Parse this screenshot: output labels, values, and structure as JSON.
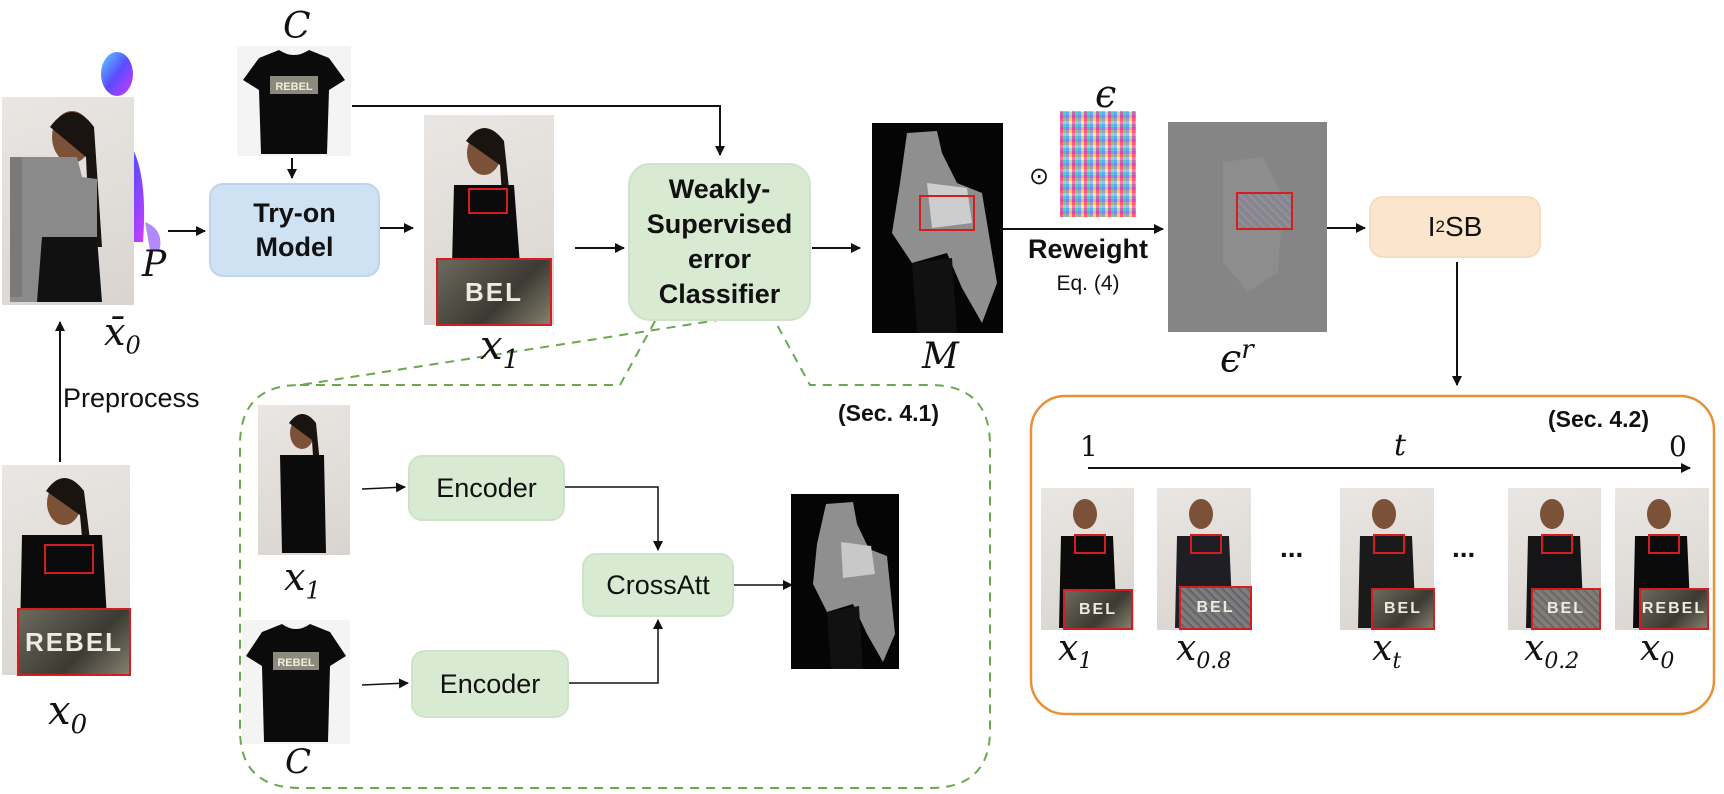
{
  "labels": {
    "c_top": "C",
    "x0bar": "x̄0",
    "p_label": "P",
    "x1_main": "x1",
    "m_label": "M",
    "eps": "ϵ",
    "eps_r": "ϵr",
    "odot": "⊙",
    "preprocess": "Preprocess",
    "x0_left": "x0",
    "x1_sub": "x1",
    "c_sub": "C"
  },
  "nodes": {
    "tryon": [
      "Try-on",
      "Model"
    ],
    "classifier": [
      "Weakly-",
      "Supervised",
      "error",
      "Classifier"
    ],
    "i2sb_prefix": "I",
    "i2sb_sup": "2",
    "i2sb_suffix": "SB",
    "encoder1": "Encoder",
    "encoder2": "Encoder",
    "crossatt": "CrossAtt"
  },
  "reweight": {
    "title": "Reweight",
    "eq": "Eq. (4)"
  },
  "sections": {
    "sec41": "(Sec. 4.1)",
    "sec42": "(Sec. 4.2)"
  },
  "shirt_text": "REBEL",
  "shirt_text_partial": "BEL",
  "timeline": {
    "start": "1",
    "mid": "t",
    "end": "0",
    "frames": [
      "x1",
      "x0.8",
      "...",
      "xt",
      "...",
      "x0.2",
      "x0"
    ]
  },
  "colors": {
    "dashed_green": "#6aa84f",
    "orange_border": "#e69138",
    "highlight_red": "#d21e1e"
  }
}
